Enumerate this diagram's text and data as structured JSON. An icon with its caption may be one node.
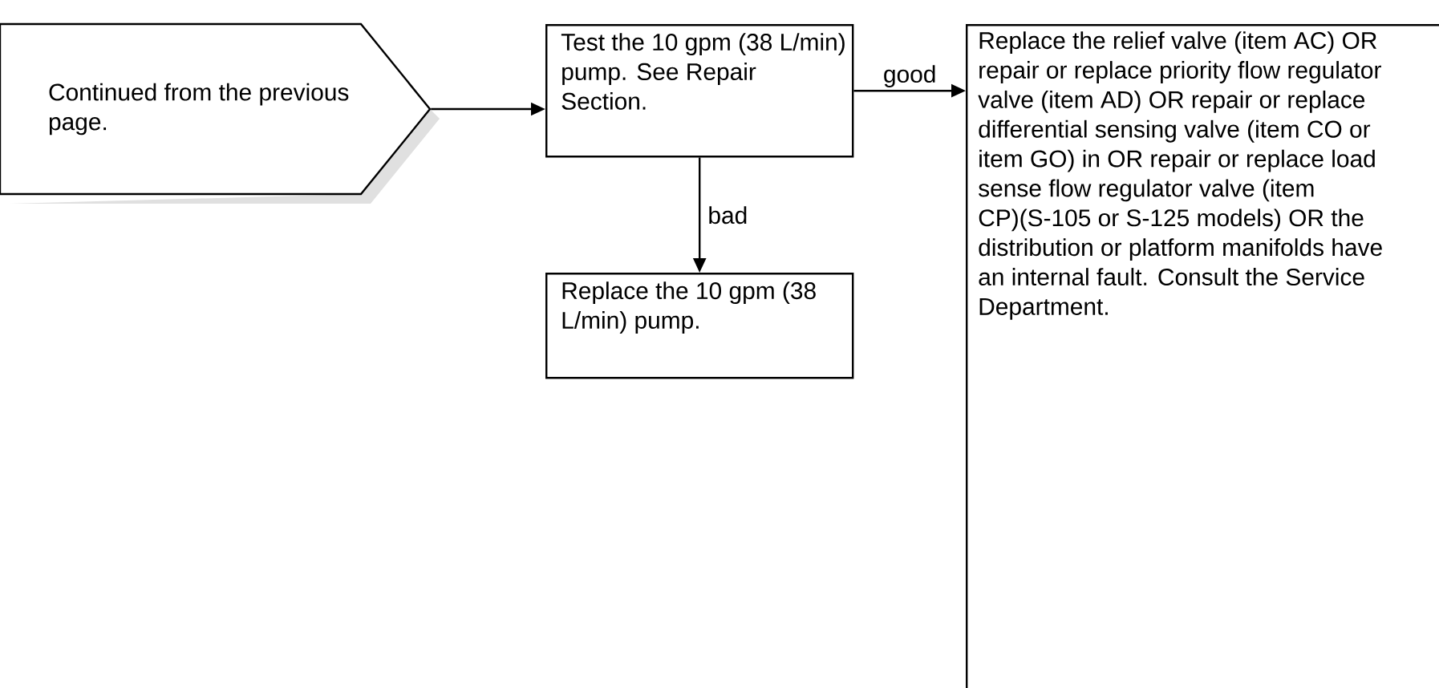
{
  "diagram": {
    "nodes": [
      {
        "text": [
          "Continued from the previous page."
        ]
      },
      {
        "text": [
          "Test the 10 gpm (38 L/min) pump. See Repair Section."
        ]
      },
      {
        "text": [
          "Replace the 10 gpm (38 L/min) pump."
        ]
      },
      {
        "text": [
          "Replace the relief valve (item AC) OR repair or replace priority flow regulator valve (item AD) OR repair or replace differential sensing valve (item CO or item GO) in OR repair or replace load sense flow regulator valve (item CP)(S-105 or S-125 models) OR the distribution or platform manifolds have an internal fault. Consult the Service Department."
        ]
      }
    ],
    "edges": [
      {
        "from": 0,
        "to": 1,
        "arrow": "to"
      },
      {
        "from": 1,
        "to": 3,
        "arrow": "to",
        "label": "good"
      },
      {
        "from": 1,
        "to": 2,
        "arrow": "to",
        "label": "bad"
      }
    ]
  }
}
